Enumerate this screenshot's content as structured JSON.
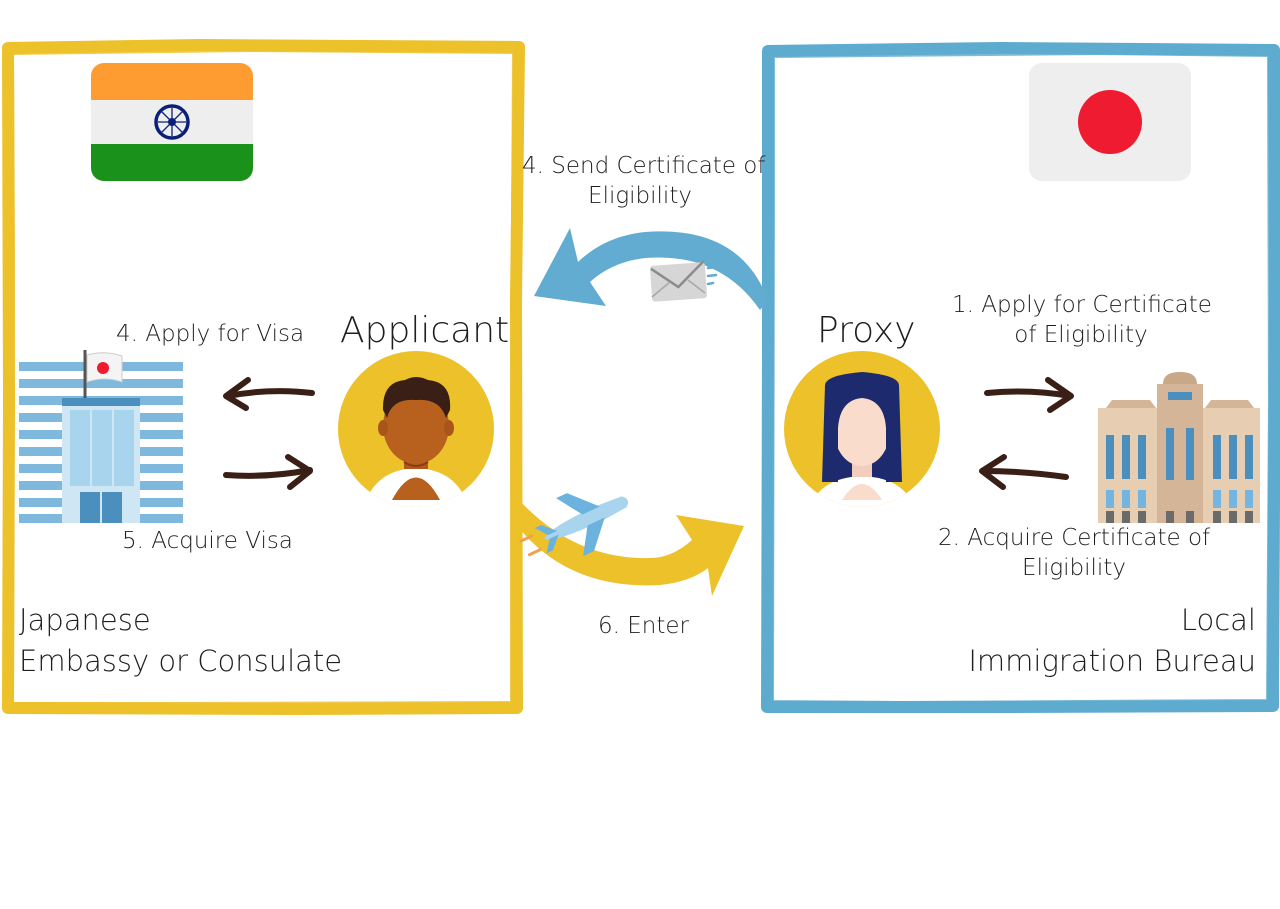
{
  "left_box": {
    "title_line1": "Japanese",
    "title_line2": "Embassy or Consulate",
    "actor": "Applicant",
    "apply_visa": "4.  Apply for Visa",
    "acquire_visa": "5.  Acquire Visa"
  },
  "right_box": {
    "title_line1": "Local",
    "title_line2": "Immigration Bureau",
    "actor": "Proxy",
    "apply_coe_line1": "1. Apply for Certificate",
    "apply_coe_line2": "of Eligibility",
    "acquire_coe_line1": "2.  Acquire Certificate of",
    "acquire_coe_line2": "Eligibility"
  },
  "middle": {
    "send_coe_line1": "4. Send Certificate of",
    "send_coe_line2": "Eligibility",
    "enter": "6. Enter"
  },
  "colors": {
    "left_border": "#ecc12a",
    "right_border": "#5eabd0",
    "arrow_dark": "#3a1f17",
    "avatar_bg": "#ecc12a"
  },
  "icons": [
    "india-flag-icon",
    "japan-flag-icon",
    "embassy-building-icon",
    "immigration-building-icon",
    "applicant-avatar-icon",
    "proxy-avatar-icon",
    "envelope-icon",
    "airplane-icon"
  ]
}
